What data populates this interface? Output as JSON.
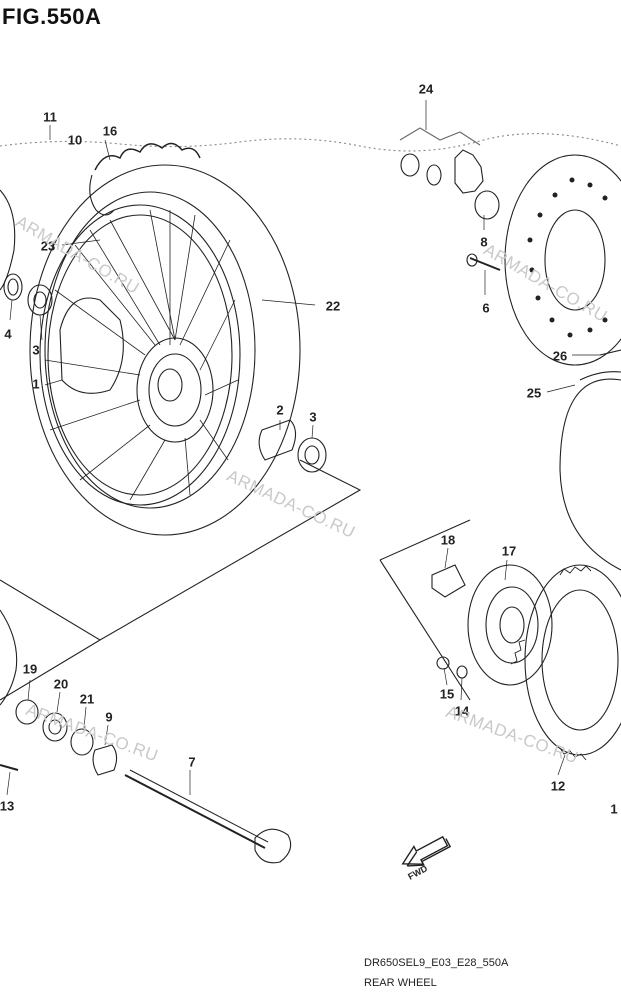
{
  "figure_title": "FIG.550A",
  "caption": "REAR WHEEL",
  "diagram_code": "DR650SEL9_E03_E28_550A",
  "watermark": "ARMADA-CO.RU",
  "direction_label": "FWD",
  "callouts": [
    "11",
    "10",
    "16",
    "24",
    "23",
    "8",
    "6",
    "4",
    "3",
    "1",
    "22",
    "2",
    "3",
    "26",
    "25",
    "18",
    "17",
    "19",
    "20",
    "21",
    "9",
    "7",
    "15",
    "14",
    "13",
    "12",
    "1"
  ]
}
